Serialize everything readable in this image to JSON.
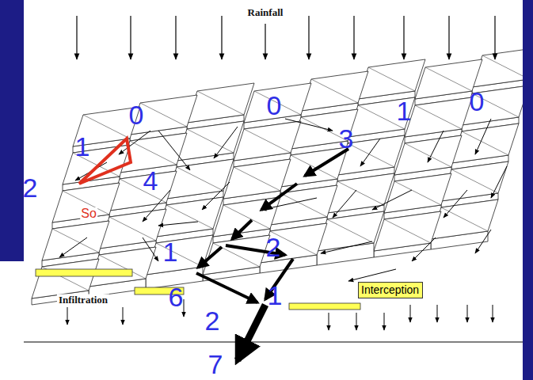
{
  "diagram": {
    "nodes": [
      {
        "text": [
          "Interception"
        ]
      }
    ],
    "labels": [
      "Rainfall",
      "0",
      "0",
      "1",
      "0",
      "1",
      "3",
      "2",
      "4",
      "So",
      "1",
      "2",
      "1",
      "6",
      "2",
      "7",
      "Infiltration"
    ]
  }
}
